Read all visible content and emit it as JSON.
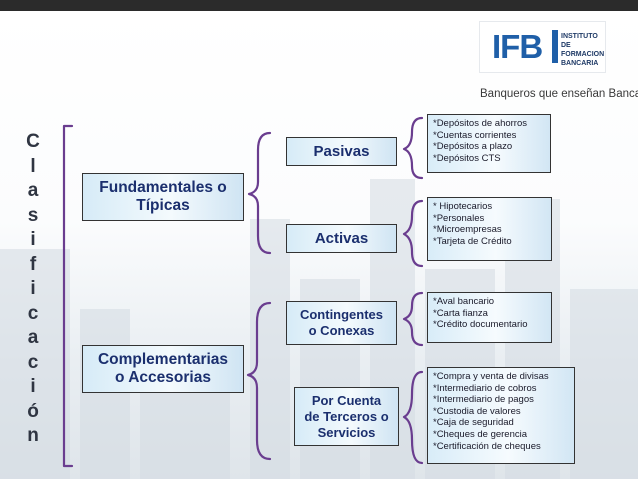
{
  "logo": {
    "letters": "IFB",
    "subtitle": "INSTITUTO DE\nFORMACION\nBANCARIA",
    "slogan": "Banqueros que enseñan Banca"
  },
  "title_letters": [
    "C",
    "l",
    "a",
    "s",
    "i",
    "f",
    "i",
    "c",
    "a",
    "c",
    "i",
    "ó",
    "n"
  ],
  "categories": {
    "fundamentales": "Fundamentales o\nTípicas",
    "complementarias": "Complementarias\no Accesorias"
  },
  "types": {
    "pasivas": "Pasivas",
    "activas": "Activas",
    "contingentes": "Contingentes\no Conexas",
    "por_cuenta": "Por Cuenta\nde Terceros o\nServicios"
  },
  "details": {
    "pasivas": "*Depósitos de ahorros\n*Cuentas corrientes\n*Depósitos a plazo\n*Depósitos  CTS",
    "activas": "* Hipotecarios\n*Personales\n*Microempresas\n*Tarjeta de Crédito",
    "contingentes": "*Aval bancario\n*Carta fianza\n*Crédito documentario",
    "por_cuenta": "*Compra y venta de divisas\n*Intermediario de cobros\n*Intermediario de pagos\n*Custodia de valores\n*Caja de seguridad\n*Cheques de  gerencia\n*Certificación de cheques"
  },
  "colors": {
    "brace": "#6a3d8f",
    "box_text": "#1b2f6e",
    "brand": "#1f5fa8"
  }
}
